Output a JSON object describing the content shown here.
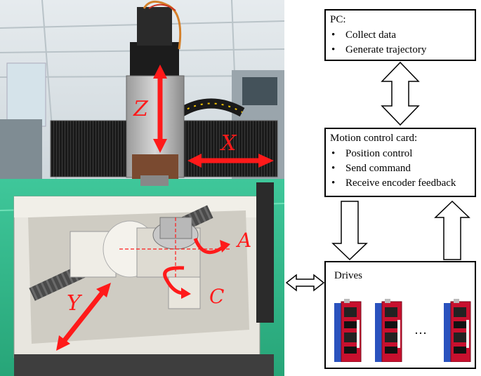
{
  "photo": {
    "axes": [
      "Z",
      "X",
      "Y",
      "A",
      "C"
    ]
  },
  "pc": {
    "title": "PC:",
    "items": [
      "Collect data",
      "Generate trajectory"
    ]
  },
  "motion_card": {
    "title": "Motion control card:",
    "items": [
      "Position control",
      "Send command",
      "Receive encoder feedback"
    ]
  },
  "drives": {
    "title": "Drives",
    "ellipsis": "…"
  },
  "colors": {
    "axis_arrow": "#ff1a1a",
    "drive_body": "#c8102e",
    "drive_blue": "#2a52be"
  }
}
